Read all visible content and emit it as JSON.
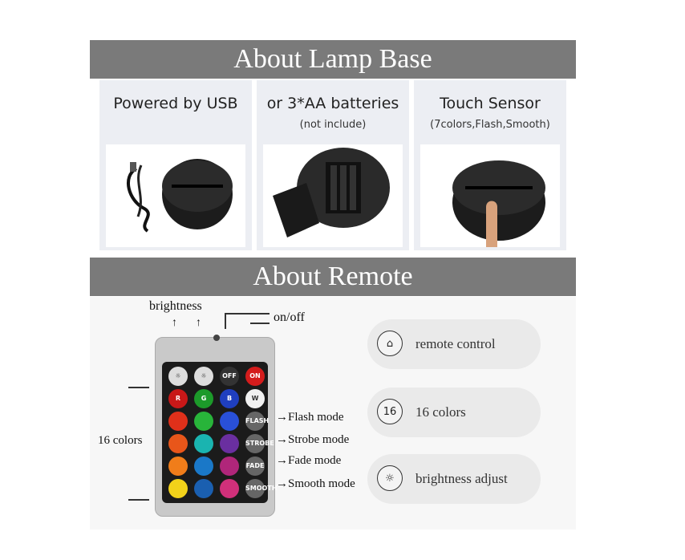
{
  "section1": {
    "title": "About Lamp Base"
  },
  "panels": [
    {
      "title": "Powered by USB",
      "subtitle": ""
    },
    {
      "title": "or 3*AA batteries",
      "subtitle": "(not include)"
    },
    {
      "title": "Touch Sensor",
      "subtitle": "(7colors,Flash,Smooth)"
    }
  ],
  "section2": {
    "title": "About  Remote"
  },
  "remote_labels": {
    "brightness": "brightness",
    "onoff": "on/off",
    "colors": "16 colors",
    "modes": [
      "→Flash mode",
      "→Strobe mode",
      "→Fade mode",
      "→Smooth mode"
    ]
  },
  "remote_keys": {
    "off": "OFF",
    "on": "ON",
    "r": "R",
    "g": "G",
    "b": "B",
    "w": "W",
    "flash": "FLASH",
    "strobe": "STROBE",
    "fade": "FADE",
    "smooth": "SMOOTH"
  },
  "features": [
    {
      "icon": "remote-icon",
      "icon_text": "⌂",
      "label": "remote control"
    },
    {
      "icon": "sixteen-icon",
      "icon_text": "16",
      "label": "16 colors"
    },
    {
      "icon": "bulb-icon",
      "icon_text": "☼",
      "label": "brightness adjust"
    }
  ],
  "colors": {
    "banner": "#7a7a7a",
    "panel": "#eceef3"
  }
}
